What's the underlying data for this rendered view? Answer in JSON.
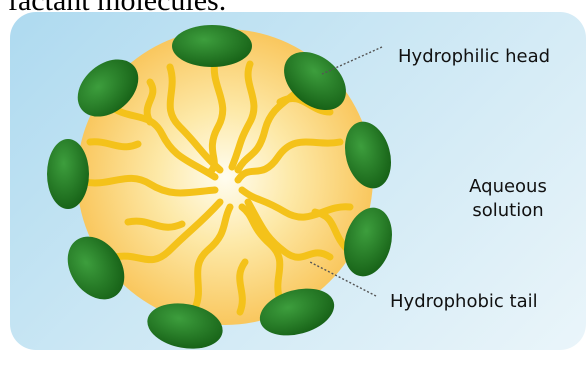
{
  "caption": "factant molecules.",
  "labels": {
    "hydrophilic_head": "Hydrophilic head",
    "aqueous_line1": "Aqueous",
    "aqueous_line2": "solution",
    "hydrophobic_tail": "Hydrophobic tail"
  },
  "colors": {
    "background_light": "#eaf5fa",
    "background_blue": "#aedaf0",
    "core_center": "#fffbe6",
    "core_edge": "#fbd27a",
    "tail": "#f5c518",
    "head_dark": "#1e6b1e",
    "head_light": "#3a9a3a",
    "pointer": "#555555"
  },
  "icon": "micelle-diagram"
}
